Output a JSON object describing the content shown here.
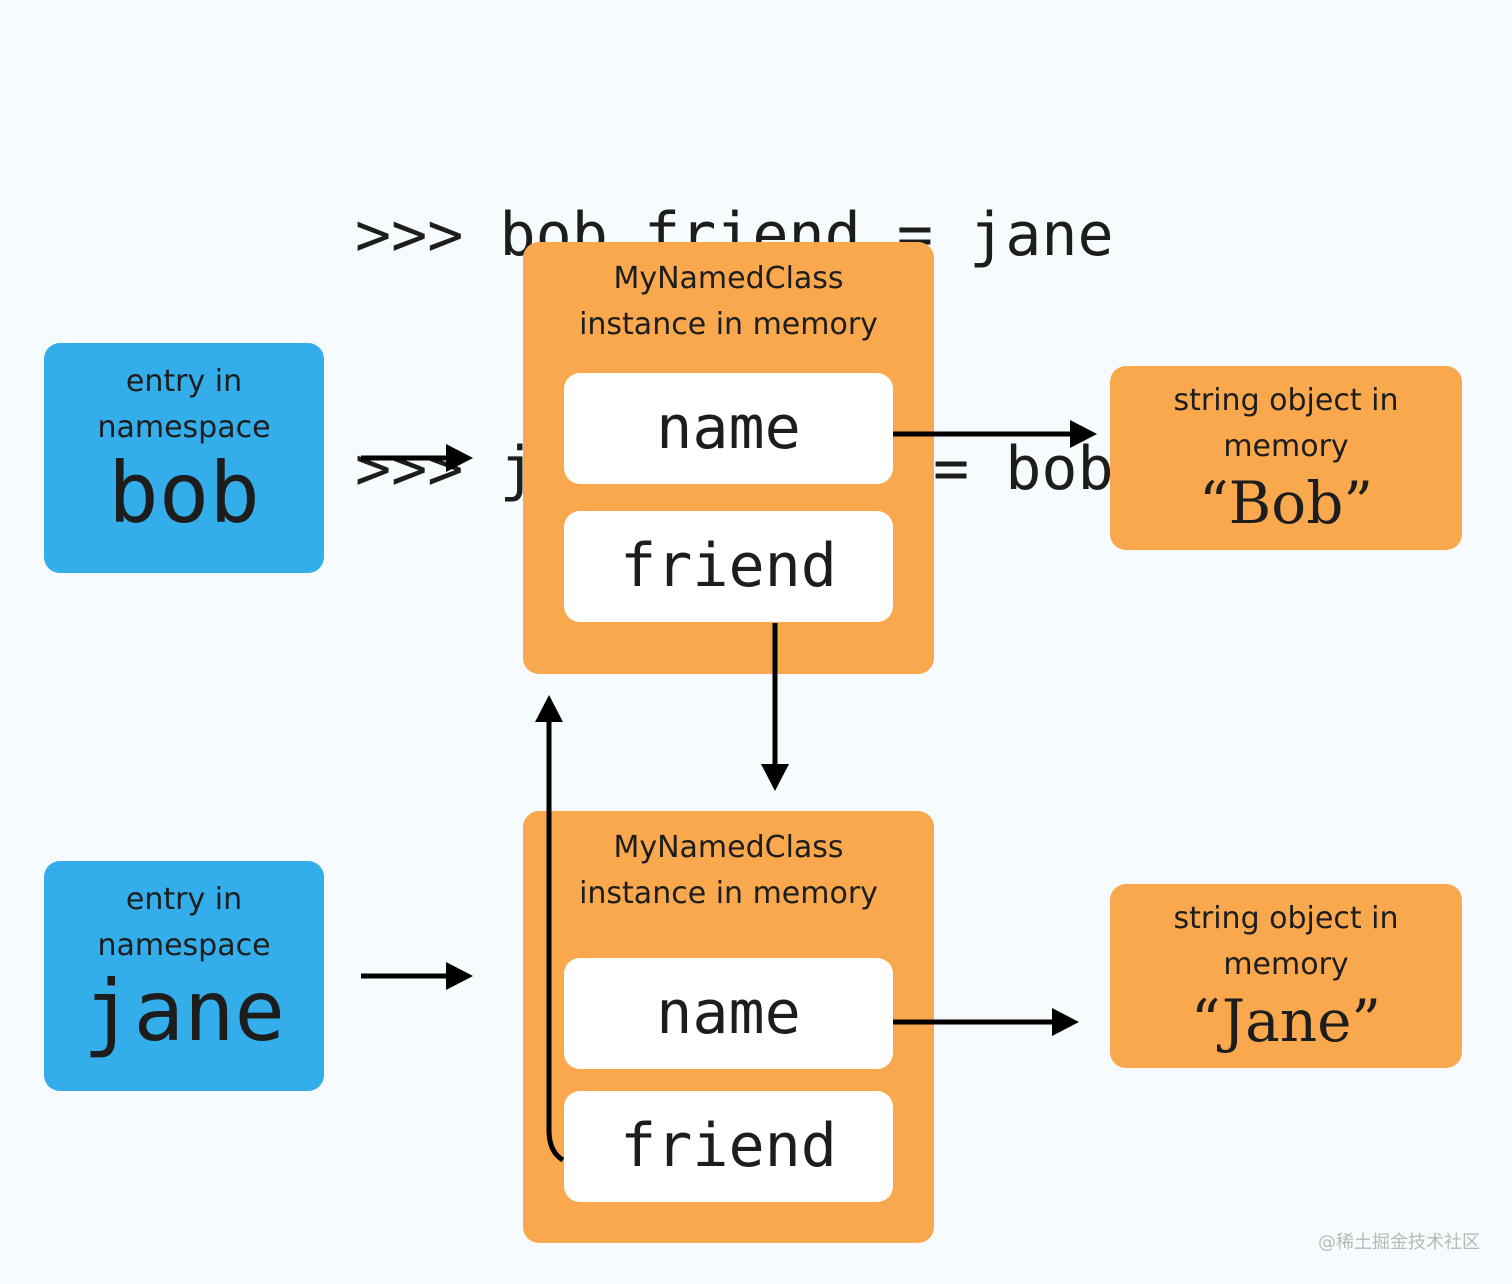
{
  "code": {
    "line1": ">>> bob.friend = jane",
    "line2": ">>> jane.friend = bob"
  },
  "namespace_entries": [
    {
      "label_line1": "entry in",
      "label_line2": "namespace",
      "name": "bob",
      "color": "#33aeea"
    },
    {
      "label_line1": "entry in",
      "label_line2": "namespace",
      "name": "jane",
      "color": "#33aeea"
    }
  ],
  "instances": [
    {
      "label_line1": "MyNamedClass",
      "label_line2": "instance in memory",
      "field_name": "name",
      "field_friend": "friend",
      "color": "#f9a84d"
    },
    {
      "label_line1": "MyNamedClass",
      "label_line2": "instance in memory",
      "field_name": "name",
      "field_friend": "friend",
      "color": "#f9a84d"
    }
  ],
  "strings": [
    {
      "label_line1": "string object in",
      "label_line2": "memory",
      "value": "“Bob”",
      "color": "#f9a84d"
    },
    {
      "label_line1": "string object in",
      "label_line2": "memory",
      "value": "“Jane”",
      "color": "#f9a84d"
    }
  ],
  "watermark": "@稀土掘金技术社区",
  "colors": {
    "background": "#f6fbfd",
    "namespace": "#33aeea",
    "object": "#f9a84d",
    "field": "#ffffff",
    "arrow": "#000000"
  }
}
